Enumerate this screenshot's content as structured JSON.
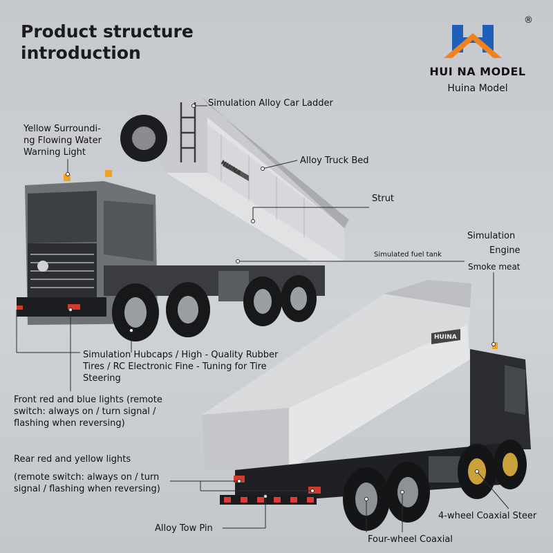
{
  "title": [
    "Product structure",
    "introduction"
  ],
  "brand": {
    "name": "HUI NA MODEL",
    "sub": "Huina Model",
    "reg": "®",
    "truck_badge": "HUINA"
  },
  "labels": {
    "ladder": "Simulation Alloy Car Ladder",
    "warning": [
      "Yellow Surroundi-",
      "ng Flowing Water",
      "Warning Light"
    ],
    "bed": "Alloy Truck Bed",
    "strut": "Strut",
    "engine": [
      "Simulation",
      "Engine"
    ],
    "smoke": "Smoke meat",
    "fuel": "Simulated fuel tank",
    "hubcaps": [
      "Simulation Hubcaps / High - Quality Rubber",
      "Tires / RC Electronic Fine - Tuning for Tire",
      "Steering"
    ],
    "front_lights": [
      "Front red and blue lights (remote",
      "switch: always on / turn signal /",
      "flashing when reversing)"
    ],
    "rear_lights_title": "Rear red and yellow lights",
    "rear_lights": [
      "(remote switch: always on / turn",
      "signal / flashing when reversing)"
    ],
    "tow_pin": "Alloy Tow Pin",
    "coaxial_steer": "4-wheel Coaxial Steer",
    "coaxial": "Four-wheel Coaxial"
  },
  "colors": {
    "logo_blue": "#1f5fb8",
    "logo_orange": "#f0831e",
    "bed_silver": "#d9dadc",
    "cab_dark": "#2a2c30"
  }
}
